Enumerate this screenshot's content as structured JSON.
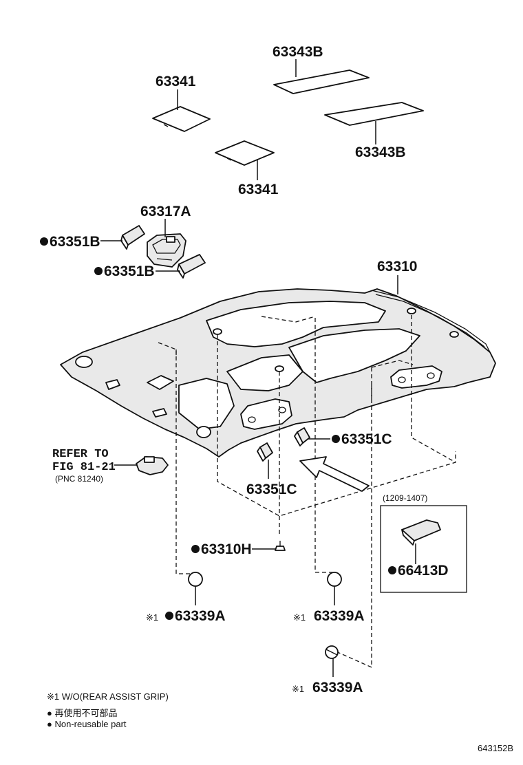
{
  "labels": {
    "p63343B_top": "63343B",
    "p63341_top": "63341",
    "p63343B_mid": "63343B",
    "p63341_mid": "63341",
    "p63317A": "63317A",
    "p63351B_1": "63351B",
    "p63351B_2": "63351B",
    "p63310": "63310",
    "p63351C_right": "63351C",
    "p63351C_left": "63351C",
    "p63310H": "63310H",
    "p66413D": "66413D",
    "p63339A_left": "63339A",
    "p63339A_mid": "63339A",
    "p63339A_bottom": "63339A"
  },
  "refer": {
    "line1": "REFER TO",
    "line2": "FIG 81-21",
    "line3": "(PNC 81240)"
  },
  "date_range": "(1209-1407)",
  "markers": {
    "note1": "※1"
  },
  "legend": {
    "note1": "※1 W/O(REAR ASSIST GRIP)",
    "jp": "● 再使用不可部品",
    "en": "● Non-reusable part"
  },
  "figure_id": "643152B",
  "icons": {
    "non_reusable": "filled-circle",
    "note_mark": "reference-mark"
  }
}
